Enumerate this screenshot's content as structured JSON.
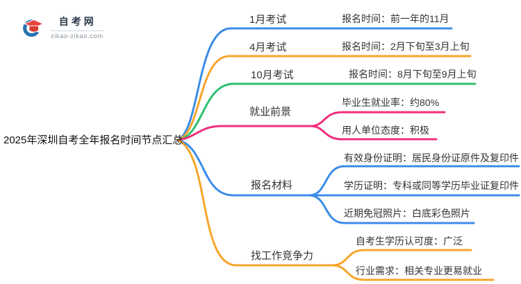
{
  "logo": {
    "title": "自考网",
    "url": "zikao-zikao.com"
  },
  "colors": {
    "blue": "#3b8ce8",
    "orange": "#f7a52b",
    "green": "#2ec06f",
    "pink": "#f02e7d"
  },
  "mindmap": {
    "root": "2025年深圳自考全年报名时间节点汇总",
    "branches": [
      {
        "label": "1月考试",
        "color": "blue",
        "children": [
          "报名时间：前一年的11月"
        ]
      },
      {
        "label": "4月考试",
        "color": "orange",
        "children": [
          "报名时间：2月下旬至3月上旬"
        ]
      },
      {
        "label": "10月考试",
        "color": "green",
        "children": [
          "报名时间：8月下旬至9月上旬"
        ]
      },
      {
        "label": "就业前景",
        "color": "pink",
        "children": [
          "毕业生就业率：约80%",
          "用人单位态度：积极"
        ]
      },
      {
        "label": "报名材料",
        "color": "blue",
        "children": [
          "有效身份证明：居民身份证原件及复印件",
          "学历证明：专科或同等学历毕业证复印件",
          "近期免冠照片：白底彩色照片"
        ]
      },
      {
        "label": "找工作竞争力",
        "color": "orange",
        "children": [
          "自考生学历认可度：广泛",
          "行业需求：相关专业更易就业"
        ]
      }
    ]
  }
}
